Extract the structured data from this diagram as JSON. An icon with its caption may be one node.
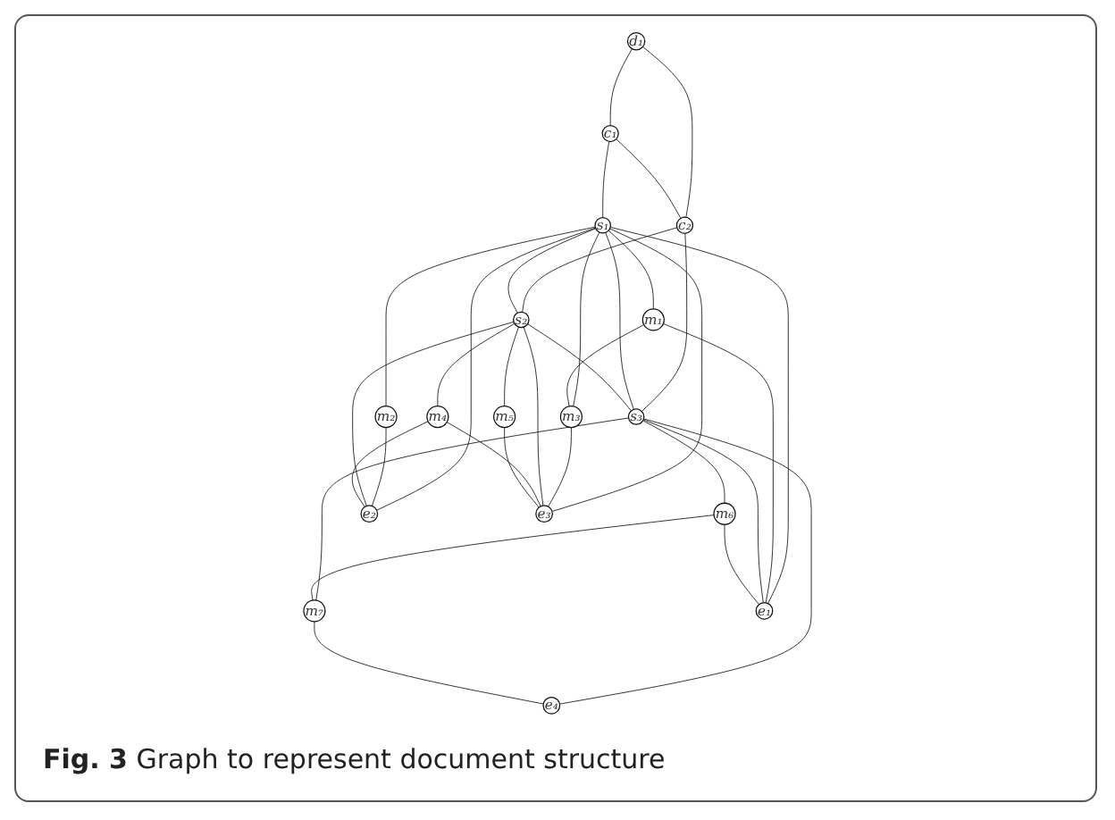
{
  "diagram": {
    "caption": "**Fig. 3** Graph to represent document structure",
    "nodes": [
      {
        "text": [
          "d₁"
        ]
      },
      {
        "text": [
          "c₁"
        ]
      },
      {
        "text": [
          "c₂"
        ]
      },
      {
        "text": [
          "s₁"
        ]
      },
      {
        "text": [
          "s₂"
        ]
      },
      {
        "text": [
          "s₃"
        ]
      },
      {
        "text": [
          "m₁"
        ]
      },
      {
        "text": [
          "m₂"
        ]
      },
      {
        "text": [
          "m₃"
        ]
      },
      {
        "text": [
          "m₄"
        ]
      },
      {
        "text": [
          "m₅"
        ]
      },
      {
        "text": [
          "m₆"
        ]
      },
      {
        "text": [
          "m₇"
        ]
      },
      {
        "text": [
          "e₁"
        ]
      },
      {
        "text": [
          "e₂"
        ]
      },
      {
        "text": [
          "e₃"
        ]
      },
      {
        "text": [
          "e₄"
        ]
      }
    ],
    "edges": [
      {
        "from": 0,
        "to": 1,
        "arrow": "none"
      },
      {
        "from": 0,
        "to": 2,
        "arrow": "none"
      },
      {
        "from": 1,
        "to": 2,
        "arrow": "none"
      },
      {
        "from": 1,
        "to": 3,
        "arrow": "none"
      },
      {
        "from": 2,
        "to": 4,
        "arrow": "none"
      },
      {
        "from": 2,
        "to": 5,
        "arrow": "none"
      },
      {
        "from": 3,
        "to": 5,
        "arrow": "none"
      },
      {
        "from": 3,
        "to": 4,
        "arrow": "none"
      },
      {
        "from": 4,
        "to": 5,
        "arrow": "none"
      },
      {
        "from": 3,
        "to": 6,
        "arrow": "none"
      },
      {
        "from": 3,
        "to": 13,
        "arrow": "none"
      },
      {
        "from": 3,
        "to": 7,
        "arrow": "none"
      },
      {
        "from": 3,
        "to": 14,
        "arrow": "none"
      },
      {
        "from": 3,
        "to": 8,
        "arrow": "none"
      },
      {
        "from": 3,
        "to": 15,
        "arrow": "none"
      },
      {
        "from": 6,
        "to": 8,
        "arrow": "none"
      },
      {
        "from": 6,
        "to": 13,
        "arrow": "none"
      },
      {
        "from": 7,
        "to": 14,
        "arrow": "none"
      },
      {
        "from": 8,
        "to": 15,
        "arrow": "none"
      },
      {
        "from": 4,
        "to": 14,
        "arrow": "none"
      },
      {
        "from": 4,
        "to": 9,
        "arrow": "none"
      },
      {
        "from": 4,
        "to": 10,
        "arrow": "none"
      },
      {
        "from": 4,
        "to": 15,
        "arrow": "none"
      },
      {
        "from": 9,
        "to": 14,
        "arrow": "none"
      },
      {
        "from": 9,
        "to": 15,
        "arrow": "none"
      },
      {
        "from": 10,
        "to": 15,
        "arrow": "none"
      },
      {
        "from": 5,
        "to": 13,
        "arrow": "none"
      },
      {
        "from": 5,
        "to": 11,
        "arrow": "none"
      },
      {
        "from": 5,
        "to": 12,
        "arrow": "none"
      },
      {
        "from": 5,
        "to": 16,
        "arrow": "none"
      },
      {
        "from": 11,
        "to": 12,
        "arrow": "none"
      },
      {
        "from": 11,
        "to": 13,
        "arrow": "none"
      },
      {
        "from": 12,
        "to": 16,
        "arrow": "none"
      }
    ]
  }
}
